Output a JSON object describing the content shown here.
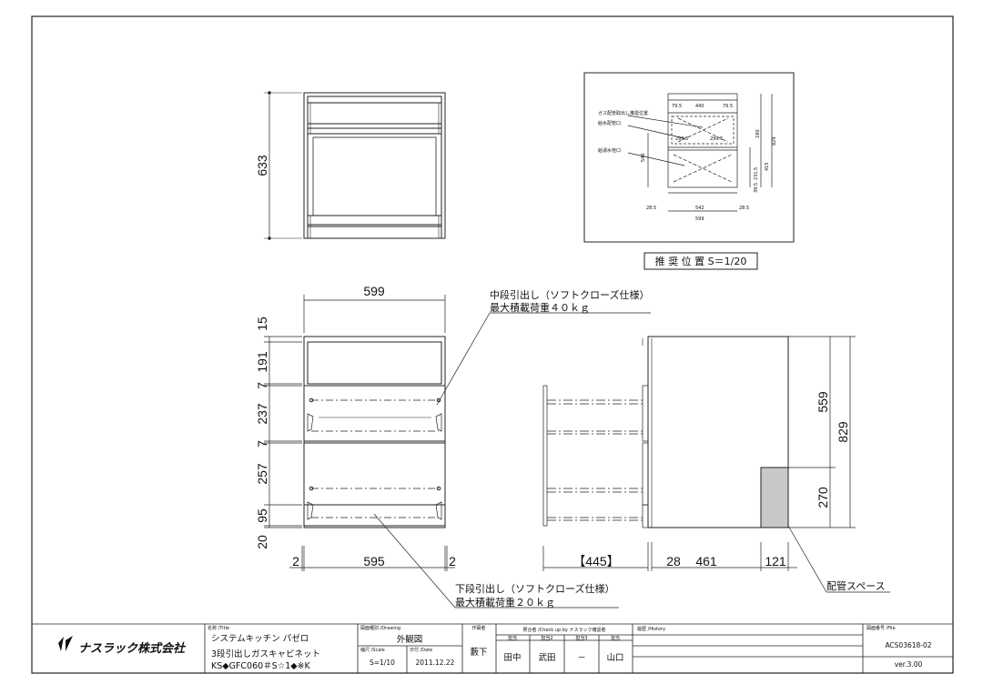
{
  "front_view_top": {
    "height": "633"
  },
  "front_view": {
    "width_overall": "599",
    "heights": [
      "15",
      "191",
      "7",
      "237",
      "7",
      "257",
      "95",
      "20"
    ],
    "bottom": {
      "left_gap": "2",
      "inner": "595",
      "right_gap": "2"
    }
  },
  "side_view": {
    "depth_drawer": "【445】",
    "depths": [
      "28",
      "461",
      "121"
    ],
    "heights_right": [
      "559",
      "270"
    ],
    "overall_height": "829"
  },
  "callouts": {
    "mid_drawer_line1": "中段引出し（ソフトクローズ仕様）",
    "mid_drawer_line2": "最大積載荷重４０ｋｇ",
    "low_drawer_line1": "下段引出し（ソフトクローズ仕様）",
    "low_drawer_line2": "最大積載荷重２０ｋｇ",
    "pipe_space": "配管スペース"
  },
  "recommended": {
    "caption": "推 奨 位 置 S＝1/20",
    "top_dims": [
      "79.5",
      "440",
      "79.5"
    ],
    "mid_dims": [
      "299.5",
      "299.5"
    ],
    "bottom_dims": [
      "28.5",
      "542",
      "28.5"
    ],
    "bottom_total": "599",
    "left_dim": "540",
    "right_dims": [
      "180",
      "829",
      "231.5",
      "415",
      "39.5"
    ],
    "labels": [
      "ガス配管取出し推奨位置",
      "給水配管口",
      "給湯水栓口"
    ]
  },
  "title_block": {
    "company": "ナスラック株式会社",
    "name_header": "名称 /Title",
    "name_line1": "システムキッチン パゼロ",
    "name_line2": "3段引出しガスキャビネット",
    "name_line3": "KS◆GFC060＃S☆1◆※K",
    "drawing_header": "図面種別 /Drawing",
    "drawing_type": "外観図",
    "scale_header": "縮尺 /Scale",
    "scale": "S=1/10",
    "date_header": "日付 /Date",
    "date": "2011.12.22",
    "drafter_header": "作図者",
    "drafter": "藪下",
    "check_header": "照合者 /Check up by ナスラック確認者",
    "checker_roles": [
      "担当",
      "担当2",
      "担当3",
      "担当"
    ],
    "checkers": [
      "田中",
      "武田",
      "－",
      "山口"
    ],
    "history_header": "履歴 /History",
    "file_header": "図面番号 /File",
    "file_no": "ACS03618-02",
    "version": "ver.3.00"
  }
}
